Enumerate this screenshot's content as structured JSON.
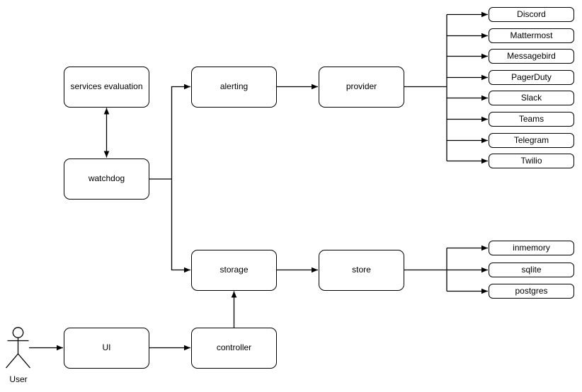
{
  "diagram": {
    "colors": {
      "stroke": "#000000",
      "fill": "#ffffff",
      "text": "#000000"
    },
    "nodes": {
      "services_evaluation": "services evaluation",
      "watchdog": "watchdog",
      "alerting": "alerting",
      "provider": "provider",
      "storage": "storage",
      "store": "store",
      "ui": "UI",
      "controller": "controller"
    },
    "providers": [
      "Discord",
      "Mattermost",
      "Messagebird",
      "PagerDuty",
      "Slack",
      "Teams",
      "Telegram",
      "Twilio"
    ],
    "stores": [
      "inmemory",
      "sqlite",
      "postgres"
    ],
    "actor_label": "User",
    "edges": [
      {
        "from": "services evaluation",
        "to": "watchdog",
        "type": "bidirectional"
      },
      {
        "from": "watchdog",
        "to": "alerting",
        "type": "arrow"
      },
      {
        "from": "watchdog",
        "to": "storage",
        "type": "arrow"
      },
      {
        "from": "alerting",
        "to": "provider",
        "type": "arrow"
      },
      {
        "from": "provider",
        "to": "Discord",
        "type": "arrow"
      },
      {
        "from": "provider",
        "to": "Mattermost",
        "type": "arrow"
      },
      {
        "from": "provider",
        "to": "Messagebird",
        "type": "arrow"
      },
      {
        "from": "provider",
        "to": "PagerDuty",
        "type": "arrow"
      },
      {
        "from": "provider",
        "to": "Slack",
        "type": "arrow"
      },
      {
        "from": "provider",
        "to": "Teams",
        "type": "arrow"
      },
      {
        "from": "provider",
        "to": "Telegram",
        "type": "arrow"
      },
      {
        "from": "provider",
        "to": "Twilio",
        "type": "arrow"
      },
      {
        "from": "storage",
        "to": "store",
        "type": "arrow"
      },
      {
        "from": "store",
        "to": "inmemory",
        "type": "arrow"
      },
      {
        "from": "store",
        "to": "sqlite",
        "type": "arrow"
      },
      {
        "from": "store",
        "to": "postgres",
        "type": "arrow"
      },
      {
        "from": "controller",
        "to": "storage",
        "type": "arrow"
      },
      {
        "from": "UI",
        "to": "controller",
        "type": "arrow"
      },
      {
        "from": "User",
        "to": "UI",
        "type": "arrow"
      }
    ]
  }
}
